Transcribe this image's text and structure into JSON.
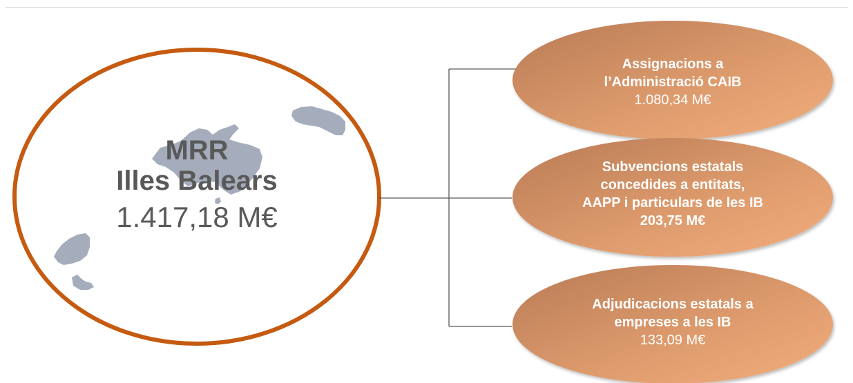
{
  "main": {
    "title_line1": "MRR",
    "title_line2": "Illes Balears",
    "value": "1.417,18 M€"
  },
  "branches": [
    {
      "line1": "Assignacions a",
      "line2": "l’Administració CAIB",
      "value": "1.080,34 M€"
    },
    {
      "line1": "Subvencions estatals",
      "line2": "concedides a entitats,",
      "line3": "AAPP i particulars de les IB",
      "value": "203,75 M€"
    },
    {
      "line1": "Adjudicacions estatals a",
      "line2": "empreses a les IB",
      "value": "133,09 M€"
    }
  ],
  "colors": {
    "ring": "#c55a11",
    "oval_light": "#f4b183",
    "oval_dark": "#c37c52",
    "islands": "#a5acbc",
    "connector": "#595959",
    "main_text": "#595959"
  }
}
